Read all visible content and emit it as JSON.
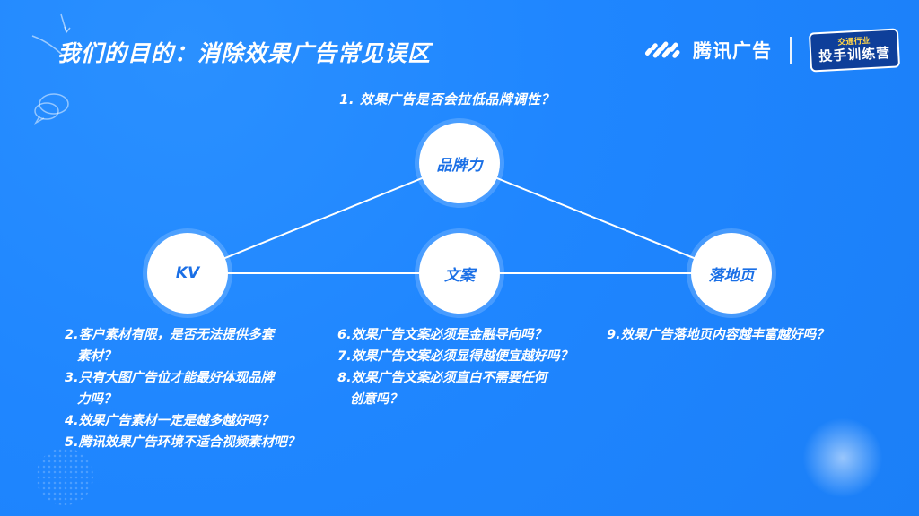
{
  "title": "我们的目的：消除效果广告常见误区",
  "brand": {
    "name": "腾讯广告",
    "camp_top": "交通行业",
    "camp_main": "投手训练营"
  },
  "diagram": {
    "top_question": "1.  效果广告是否会拉低品牌调性？",
    "nodes": {
      "brand": "品牌力",
      "kv": "KV",
      "copy": "文案",
      "landing": "落地页"
    },
    "left_questions": [
      "2.客户素材有限，是否无法提供多套",
      "素材？",
      "3.只有大图广告位才能最好体现品牌",
      "力吗？",
      "4.效果广告素材一定是越多越好吗？",
      "5.腾讯效果广告环境不适合视频素材吧？"
    ],
    "middle_questions": [
      "6.效果广告文案必须是金融导向吗？",
      "7.效果广告文案必须显得越便宜越好吗？",
      "8.效果广告文案必须直白不需要任何",
      "创意吗？"
    ],
    "right_questions": [
      "9.效果广告落地页内容越丰富越好吗？"
    ]
  },
  "colors": {
    "background": "#1f86ff",
    "node_fill": "#ffffff",
    "node_text": "#1a6fe6",
    "badge": "#0e3f9a",
    "badge_accent": "#ffd54a"
  }
}
